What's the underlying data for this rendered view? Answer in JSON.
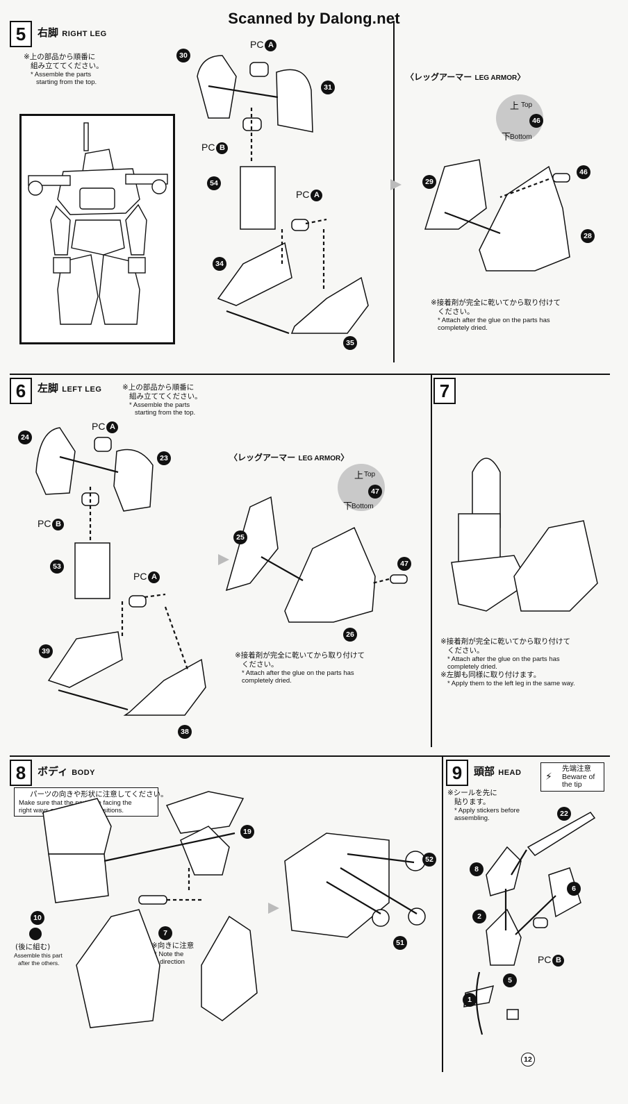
{
  "watermark": "Scanned by Dalong.net",
  "steps": {
    "s5": {
      "number": "5",
      "title_ja": "右脚",
      "title_en": "RIGHT LEG",
      "note_ja_1": "※上の部品から順番に",
      "note_ja_2": "組み立ててください。",
      "note_en_1": "* Assemble the parts",
      "note_en_2": "starting from the top.",
      "parts": [
        "30",
        "31",
        "54",
        "34",
        "35",
        "29",
        "28",
        "46",
        "46"
      ],
      "pc_a": "PC",
      "pc_b": "PC",
      "pc_a_letter": "A",
      "pc_b_letter": "B",
      "pc_a2": "PC",
      "pc_a2_letter": "A",
      "sub_title_ja": "〈レッグアーマー",
      "sub_title_en": "LEG ARMOR",
      "top_ja": "上",
      "top_en": "Top",
      "bottom_ja": "下",
      "bottom_en": "Bottom",
      "glue_ja_1": "※接着剤が完全に乾いてから取り付けて",
      "glue_ja_2": "ください。",
      "glue_en_1": "* Attach after the glue on the parts has",
      "glue_en_2": "completely dried."
    },
    "s6": {
      "number": "6",
      "title_ja": "左脚",
      "title_en": "LEFT LEG",
      "note_ja_1": "※上の部品から順番に",
      "note_ja_2": "組み立ててください。",
      "note_en_1": "* Assemble the parts",
      "note_en_2": "starting from the top.",
      "parts": [
        "24",
        "23",
        "53",
        "39",
        "38",
        "25",
        "26",
        "47",
        "47"
      ],
      "pc": "PC",
      "letter_a": "A",
      "letter_b": "B",
      "sub_title_ja": "〈レッグアーマー",
      "sub_title_en": "LEG ARMOR",
      "top_ja": "上",
      "top_en": "Top",
      "bottom_ja": "下",
      "bottom_en": "Bottom",
      "glue_ja_1": "※接着剤が完全に乾いてから取り付けて",
      "glue_ja_2": "ください。",
      "glue_en_1": "* Attach after the glue on the parts has",
      "glue_en_2": "completely dried."
    },
    "s7": {
      "number": "7",
      "glue_ja_1": "※接着剤が完全に乾いてから取り付けて",
      "glue_ja_2": "ください。",
      "glue_en_1": "* Attach after the glue on the parts has",
      "glue_en_2": "completely dried.",
      "same_ja": "※左脚も同様に取り付けます。",
      "same_en": "* Apply them to the left leg in the same way."
    },
    "s8": {
      "number": "8",
      "title_ja": "ボディ",
      "title_en": "BODY",
      "caution_ja": "パーツの向きや形状に注意してください。",
      "caution_en_1": "Make sure that the parts are facing the",
      "caution_en_2": "right ways and in the right positions.",
      "parts": [
        "19",
        "10",
        "7",
        "52",
        "51"
      ],
      "later_ja": "(後に組む)",
      "later_en_1": "Assemble this part",
      "later_en_2": "after the others.",
      "dir_ja": "※向きに注意",
      "dir_en_1": "* Note the",
      "dir_en_2": "direction"
    },
    "s9": {
      "number": "9",
      "title_ja": "頭部",
      "title_en": "HEAD",
      "tip_ja": "先端注意",
      "tip_en_1": "Beware of",
      "tip_en_2": "the tip",
      "sticker_ja_1": "※シールを先に",
      "sticker_ja_2": "貼ります。",
      "sticker_en_1": "* Apply stickers before",
      "sticker_en_2": "assembling.",
      "parts": [
        "22",
        "8",
        "6",
        "5",
        "12"
      ],
      "order": [
        "1",
        "2"
      ],
      "pc": "PC",
      "pc_letter": "B"
    }
  }
}
